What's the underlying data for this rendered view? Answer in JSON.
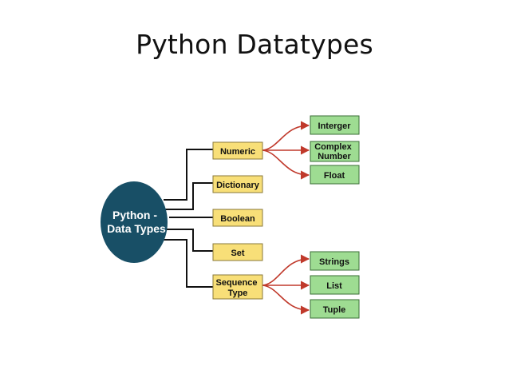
{
  "title": "Python Datatypes",
  "colors": {
    "root_fill": "#184f66",
    "category_fill": "#f8df78",
    "category_border": "#8a7a3a",
    "leaf_fill": "#9edc92",
    "leaf_border": "#3a6e35",
    "connector": "#111111",
    "arrow": "#c0392b"
  },
  "root": {
    "lines": [
      "Python -",
      "Data Types"
    ]
  },
  "categories": [
    {
      "lines": [
        "Numeric"
      ]
    },
    {
      "lines": [
        "Dictionary"
      ]
    },
    {
      "lines": [
        "Boolean"
      ]
    },
    {
      "lines": [
        "Set"
      ]
    },
    {
      "lines": [
        "Sequence",
        "Type"
      ]
    }
  ],
  "leaves": {
    "numeric": [
      {
        "lines": [
          "Interger"
        ]
      },
      {
        "lines": [
          "Complex",
          "Number"
        ]
      },
      {
        "lines": [
          "Float"
        ]
      }
    ],
    "sequence": [
      {
        "lines": [
          "Strings"
        ]
      },
      {
        "lines": [
          "List"
        ]
      },
      {
        "lines": [
          "Tuple"
        ]
      }
    ]
  }
}
